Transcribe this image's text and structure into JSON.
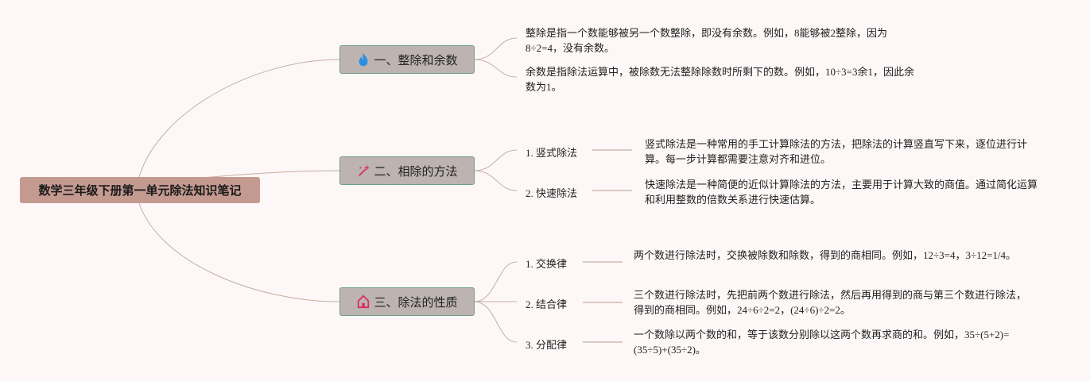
{
  "root": {
    "title": "数学三年级下册第一单元除法知识笔记"
  },
  "branches": [
    {
      "label": "一、整除和余数",
      "icon": "fire-icon",
      "notes": [
        "整除是指一个数能够被另一个数整除，即没有余数。例如，8能够被2整除，因为8÷2=4，没有余数。",
        "余数是指除法运算中，被除数无法整除除数时所剩下的数。例如，10÷3=3余1，因此余数为1。"
      ]
    },
    {
      "label": "二、相除的方法",
      "icon": "magic-wand-icon",
      "items": [
        {
          "label": "1. 竖式除法",
          "desc": "竖式除法是一种常用的手工计算除法的方法，把除法的计算竖直写下来，逐位进行计算。每一步计算都需要注意对齐和进位。"
        },
        {
          "label": "2. 快速除法",
          "desc": "快速除法是一种简便的近似计算除法的方法，主要用于计算大致的商值。通过简化运算和利用整数的倍数关系进行快速估算。"
        }
      ]
    },
    {
      "label": "三、除法的性质",
      "icon": "home-icon",
      "items": [
        {
          "label": "1. 交换律",
          "desc": "两个数进行除法时，交换被除数和除数，得到的商相同。例如，12÷3=4，3÷12=1/4。"
        },
        {
          "label": "2. 结合律",
          "desc": "三个数进行除法时，先把前两个数进行除法，然后再用得到的商与第三个数进行除法，得到的商相同。例如，24÷6÷2=2，(24÷6)÷2=2。"
        },
        {
          "label": "3. 分配律",
          "desc": "一个数除以两个数的和，等于该数分别除以这两个数再求商的和。例如，35÷(5+2)=(35÷5)+(35÷2)。"
        }
      ]
    }
  ],
  "colors": {
    "background": "#fdf8f7",
    "root": "#c49a90",
    "branch": "#bdb3b1",
    "border": "#6f9d8c",
    "line": "#c9aca3"
  }
}
